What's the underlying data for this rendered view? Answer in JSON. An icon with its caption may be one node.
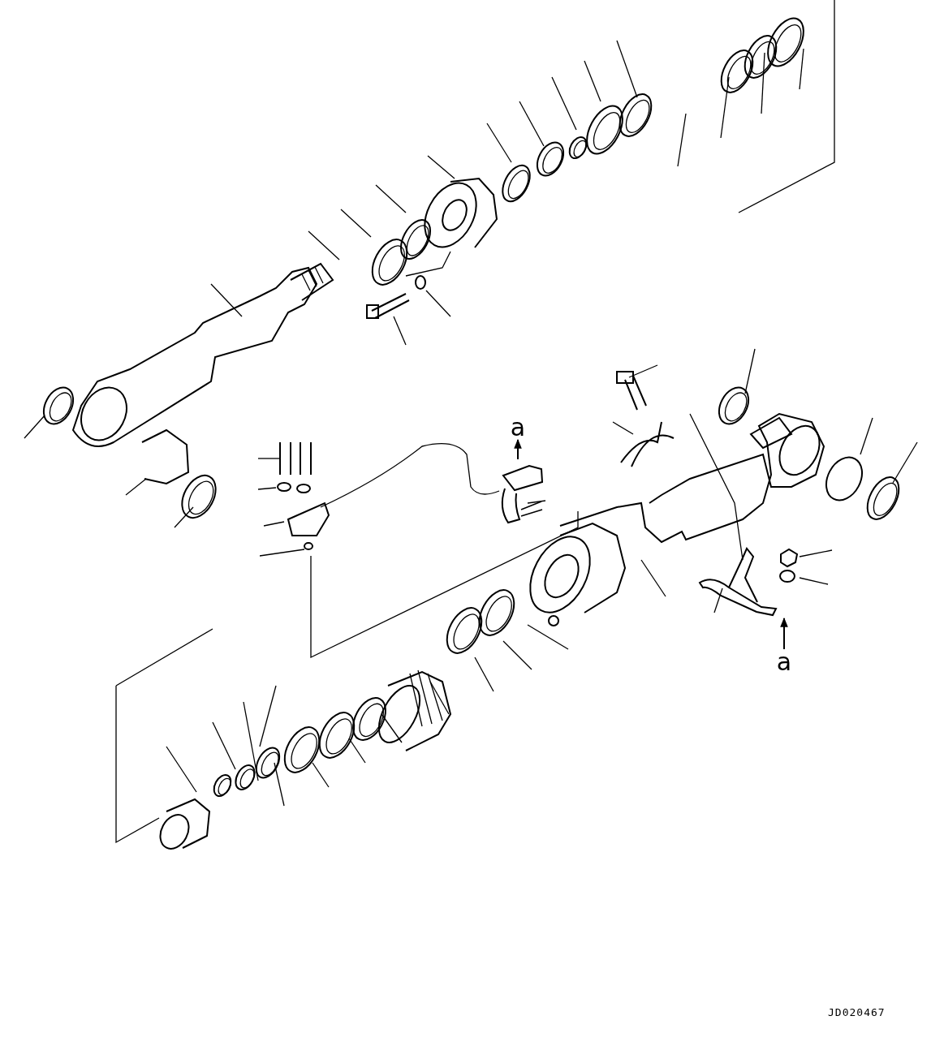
{
  "diagram": {
    "nodes": [
      {
        "text": [
          "a"
        ]
      },
      {
        "text": [],
        "shape": "picture"
      },
      {
        "text": [
          "a"
        ]
      },
      {
        "text": [],
        "shape": "picture"
      }
    ],
    "edges": [
      {
        "from": 1,
        "to": 0,
        "arrow": "to"
      },
      {
        "from": 2,
        "to": 3,
        "arrow": "to"
      }
    ],
    "labels": [
      "JD020467"
    ]
  }
}
